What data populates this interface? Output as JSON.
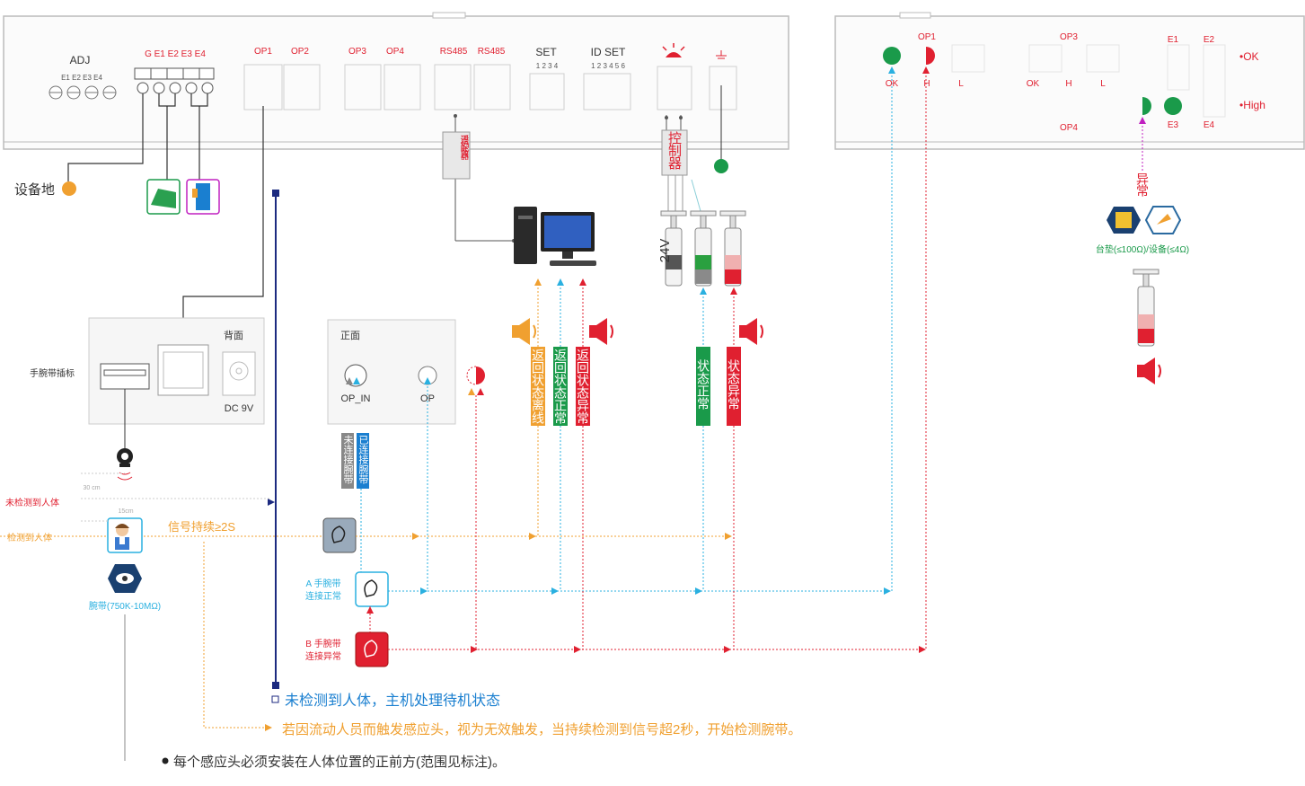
{
  "colors": {
    "green": "#1a9a4a",
    "red": "#e02030",
    "orange": "#f0a030",
    "cyan": "#2ab0e0",
    "navy": "#1c2a80",
    "blue_note": "#1a7fd0",
    "gray_box": "#888888"
  },
  "controller": {
    "adj_title": "ADJ",
    "adj_sub": "E1  E2  E3  E4",
    "terminals": "G  E1 E2  E3 E4",
    "op1": "OP1",
    "op2": "OP2",
    "op3": "OP3",
    "op4": "OP4",
    "rs485_a": "RS485",
    "rs485_b": "RS485",
    "set": "SET",
    "set_nums": "1 2 3 4",
    "id_set": "ID SET",
    "id_set_nums": "1 2 3 4 5 6",
    "ground_label": "设备地"
  },
  "panel": {
    "op1": "OP1",
    "op3": "OP3",
    "op4": "OP4",
    "e1": "E1",
    "e2": "E2",
    "e3": "E3",
    "e4": "E4",
    "ok1": "OK",
    "h1": "H",
    "l1": "L",
    "ok2": "OK",
    "h2": "H",
    "l2": "L",
    "legend_ok": "•OK",
    "legend_high": "•High"
  },
  "adapter": {
    "text1": "RS485",
    "text2": "适配器"
  },
  "controller_box": "控制器",
  "voltage": "24V",
  "abnormal": "异常",
  "mat_label": "台垫(≤100Ω)/设备(≤4Ω)",
  "back_panel": {
    "title": "背面",
    "socket_label": "手腕带插标",
    "dc": "DC 9V"
  },
  "front_panel": {
    "title": "正面",
    "op_in": "OP_IN",
    "op": "OP"
  },
  "status_boxes": {
    "not_connected": "未连接腕带",
    "connected": "已连接腕带",
    "offline": "返回状态离线",
    "normal": "返回状态正常",
    "abnormal": "返回状态异常",
    "light_normal": "状态正常",
    "light_abnormal": "状态异常"
  },
  "sensor": {
    "range_30": "30 cm",
    "range_15": "15cm",
    "not_detected": "未检测到人体",
    "detected": "检测到人体",
    "signal": "信号持续≥2S",
    "strap_label": "腕带(750K-10MΩ)"
  },
  "wrist": {
    "a_line1": "A 手腕带",
    "a_line2": "连接正常",
    "b_line1": "B 手腕带",
    "b_line2": "连接异常"
  },
  "notes": {
    "note1": "未检测到人体，主机处理待机状态",
    "note2": "若因流动人员而触发感应头，视为无效触发，当持续检测到信号超2秒，开始检测腕带。",
    "note3": "每个感应头必须安装在人体位置的正前方(范围见标注)。"
  }
}
